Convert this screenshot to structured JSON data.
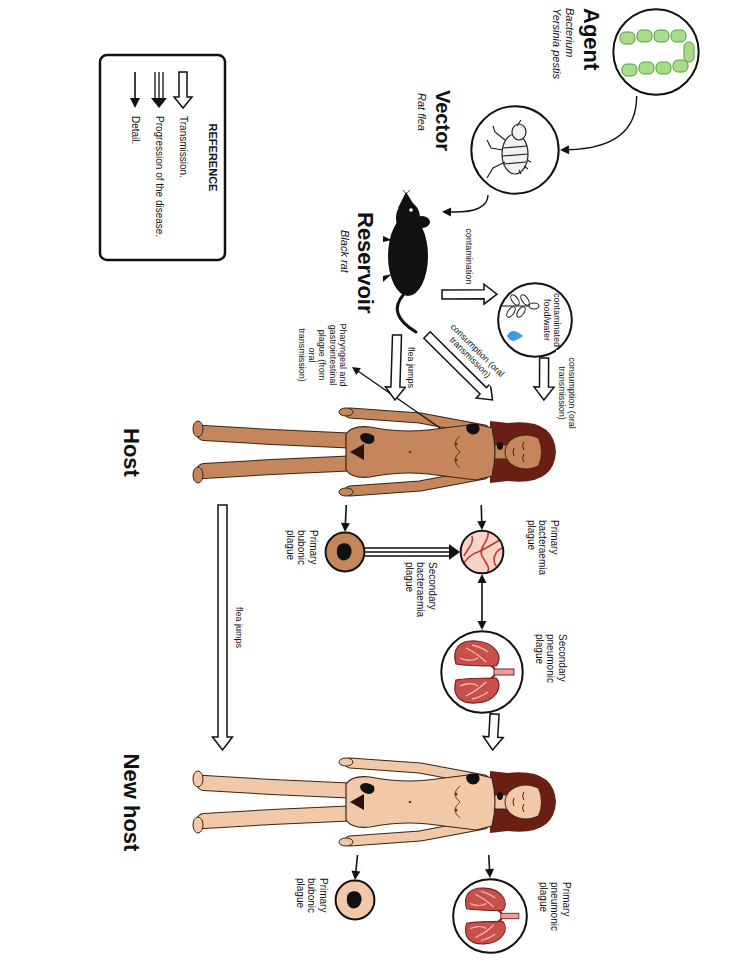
{
  "diagram": {
    "nodes": [
      {
        "text": [
          "Agent",
          "Bacterium",
          "Yersinia pestis"
        ]
      },
      {
        "text": [
          "Vector",
          "Rat flea"
        ]
      },
      {
        "text": [
          "Reservoir",
          "Black rat"
        ]
      },
      {
        "text": [
          "contaminated food/water"
        ]
      },
      {
        "text": [
          "Host"
        ]
      },
      {
        "text": [
          "Primary bacteraemia plague",
          "Secondary bacteraemia plague"
        ]
      },
      {
        "text": [
          "Primary bubonic plague"
        ]
      },
      {
        "text": [
          "Secondary pneumonic plague"
        ]
      },
      {
        "text": [
          "New host"
        ]
      },
      {
        "text": [
          "Primary pneumonic plague"
        ]
      },
      {
        "text": [
          "Primary bubonic plague"
        ]
      }
    ],
    "edges": [
      {
        "from": 0,
        "to": 1,
        "arrow": "to"
      },
      {
        "from": 1,
        "to": 2,
        "arrow": "to"
      },
      {
        "from": 2,
        "to": 3,
        "label": "contamination",
        "arrow": "to"
      },
      {
        "from": 3,
        "to": 4,
        "label": "consumption (oral transmission)",
        "arrow": "to"
      },
      {
        "from": 2,
        "to": 4,
        "label": "consumption (oral transmission)",
        "arrow": "to"
      },
      {
        "from": 2,
        "to": 4,
        "label": "flea jumps",
        "arrow": "to"
      },
      {
        "from": 4,
        "to": 5,
        "arrow": "to"
      },
      {
        "from": 4,
        "to": 6,
        "arrow": "to"
      },
      {
        "from": 6,
        "to": 5,
        "arrow": "to"
      },
      {
        "from": 5,
        "to": 7,
        "arrow": "both"
      },
      {
        "from": 7,
        "to": 8,
        "arrow": "to"
      },
      {
        "from": 4,
        "to": 8,
        "label": "flea jumps",
        "arrow": "to"
      },
      {
        "from": 8,
        "to": 9,
        "arrow": "to"
      },
      {
        "from": 8,
        "to": 10,
        "arrow": "to"
      }
    ],
    "labels": [
      "Pharyngeal and gastrointestinal plague (from oral transmission)",
      "REFERENCE"
    ],
    "legend": [
      {
        "text": "Transmission."
      },
      {
        "text": "Progression of the disease."
      },
      {
        "text": "Detail."
      }
    ]
  }
}
